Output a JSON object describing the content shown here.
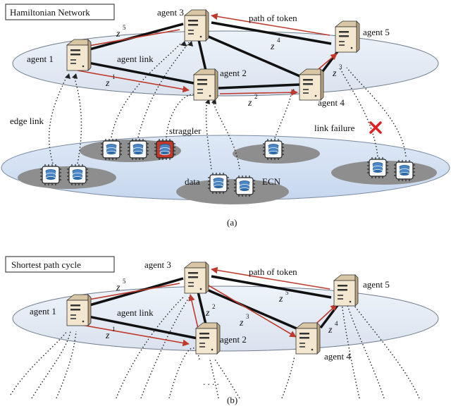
{
  "panel_a": {
    "title": "Hamiltonian Network",
    "caption": "(a)",
    "agents": [
      "agent 1",
      "agent 2",
      "agent 3",
      "agent 4",
      "agent 5"
    ],
    "labels": {
      "agent_link": "agent link",
      "path_of_token": "path of token",
      "edge_link": "edge link",
      "straggler": "straggler",
      "link_failure": "link failure",
      "data": "data",
      "ecn": "ECN"
    },
    "z_labels": [
      {
        "base": "z",
        "exp": "1"
      },
      {
        "base": "z",
        "exp": "2"
      },
      {
        "base": "z",
        "exp": "3"
      },
      {
        "base": "z",
        "exp": "4"
      },
      {
        "base": "z",
        "exp": "5"
      }
    ]
  },
  "panel_b": {
    "title": "Shortest path cycle",
    "caption": "(b)",
    "agents": [
      "agent 1",
      "agent 2",
      "agent 3",
      "agent 4",
      "agent 5"
    ],
    "labels": {
      "agent_link": "agent link",
      "path_of_token": "path of token",
      "ellipsis": ". . . ."
    },
    "z_labels": [
      {
        "base": "z",
        "exp": "1"
      },
      {
        "base": "z",
        "exp": "2"
      },
      {
        "base": "z",
        "exp": "3"
      },
      {
        "base": "z",
        "exp": "4"
      },
      {
        "base": "z",
        "exp": "5"
      }
    ]
  },
  "colors": {
    "ellipse_fill": "#e8edf5",
    "lower_plane": "#d3e1f3",
    "cluster": "#8c8c8c",
    "token_path": "#c0392b",
    "agent_link": "#000000",
    "server": "#efe2c9",
    "straggler": "#c0392b",
    "failure": "#e02020"
  }
}
